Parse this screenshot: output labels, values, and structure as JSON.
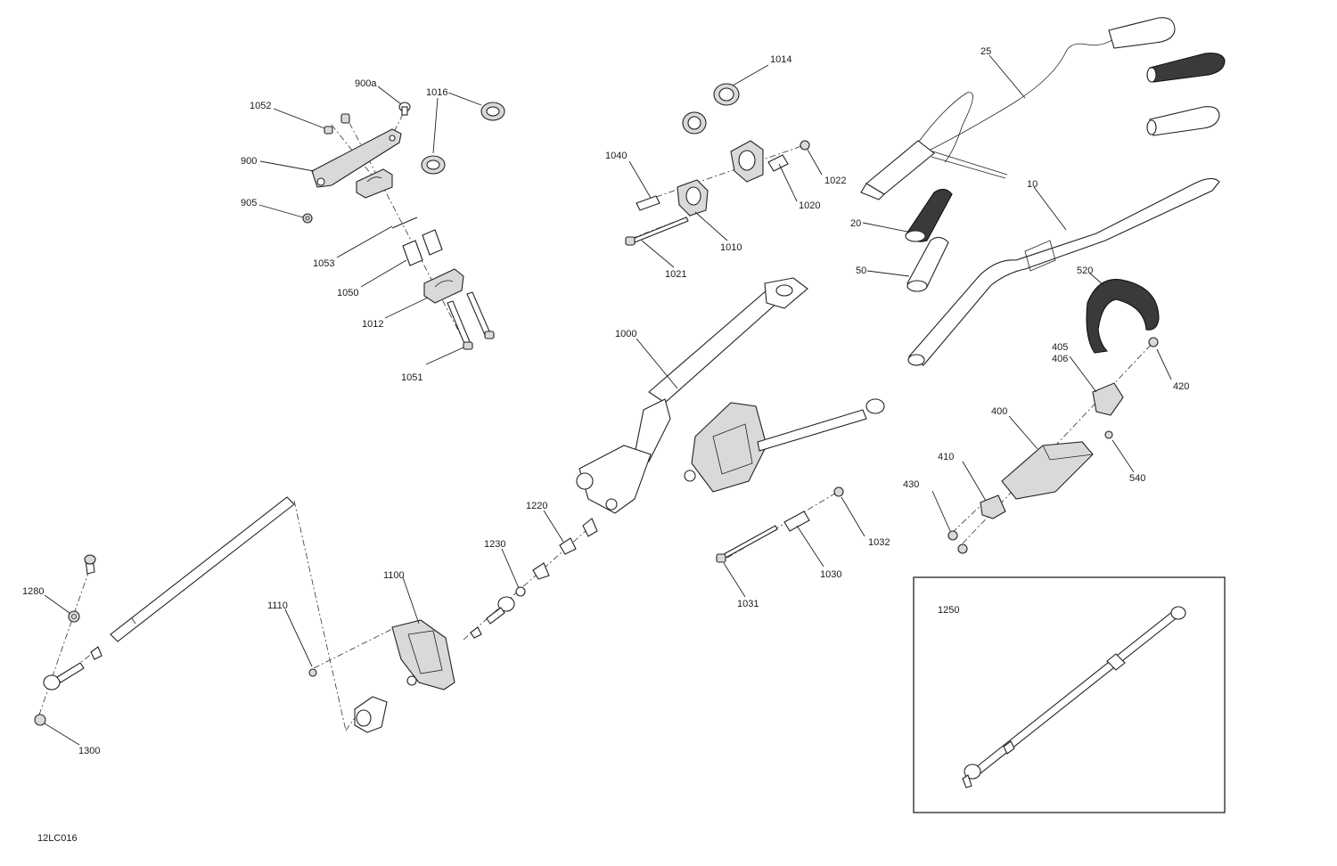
{
  "diagram_id": "12LC016",
  "callouts": [
    {
      "id": "c900a",
      "label": "900a"
    },
    {
      "id": "c1016",
      "label": "1016"
    },
    {
      "id": "c1052",
      "label": "1052"
    },
    {
      "id": "c900",
      "label": "900"
    },
    {
      "id": "c905",
      "label": "905"
    },
    {
      "id": "c1053",
      "label": "1053"
    },
    {
      "id": "c1050",
      "label": "1050"
    },
    {
      "id": "c1012",
      "label": "1012"
    },
    {
      "id": "c1051",
      "label": "1051"
    },
    {
      "id": "c1014",
      "label": "1014"
    },
    {
      "id": "c1040",
      "label": "1040"
    },
    {
      "id": "c1022",
      "label": "1022"
    },
    {
      "id": "c1020",
      "label": "1020"
    },
    {
      "id": "c1010",
      "label": "1010"
    },
    {
      "id": "c1021",
      "label": "1021"
    },
    {
      "id": "c25",
      "label": "25"
    },
    {
      "id": "c10",
      "label": "10"
    },
    {
      "id": "c20",
      "label": "20"
    },
    {
      "id": "c50",
      "label": "50"
    },
    {
      "id": "c520",
      "label": "520"
    },
    {
      "id": "c405",
      "label": "405"
    },
    {
      "id": "c406",
      "label": "406"
    },
    {
      "id": "c420",
      "label": "420"
    },
    {
      "id": "c400",
      "label": "400"
    },
    {
      "id": "c410",
      "label": "410"
    },
    {
      "id": "c540",
      "label": "540"
    },
    {
      "id": "c430",
      "label": "430"
    },
    {
      "id": "c1000",
      "label": "1000"
    },
    {
      "id": "c1220",
      "label": "1220"
    },
    {
      "id": "c1230",
      "label": "1230"
    },
    {
      "id": "c1100",
      "label": "1100"
    },
    {
      "id": "c1110",
      "label": "1110"
    },
    {
      "id": "c1280",
      "label": "1280"
    },
    {
      "id": "c1300",
      "label": "1300"
    },
    {
      "id": "c1032",
      "label": "1032"
    },
    {
      "id": "c1030",
      "label": "1030"
    },
    {
      "id": "c1031",
      "label": "1031"
    },
    {
      "id": "c1250",
      "label": "1250"
    }
  ]
}
